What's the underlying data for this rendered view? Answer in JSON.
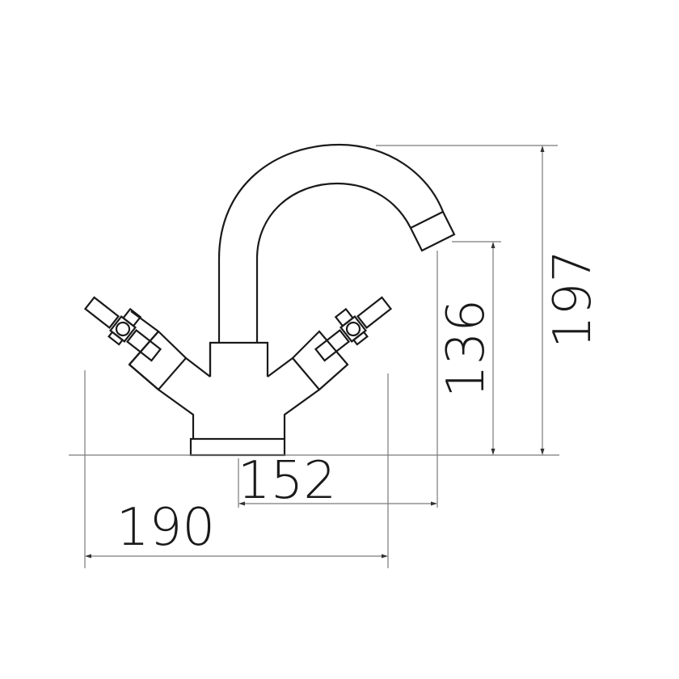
{
  "drawing": {
    "subject": "Mono basin mixer tap with cross-head handles",
    "units": "mm",
    "line_color": "#1a1a1a",
    "dimension_line_color": "#7a7a7a",
    "background": "#ffffff"
  },
  "dimensions": {
    "overall_height": {
      "value": "197"
    },
    "spout_outlet_height": {
      "value": "136"
    },
    "spout_reach": {
      "value": "152"
    },
    "overall_width": {
      "value": "190"
    }
  }
}
